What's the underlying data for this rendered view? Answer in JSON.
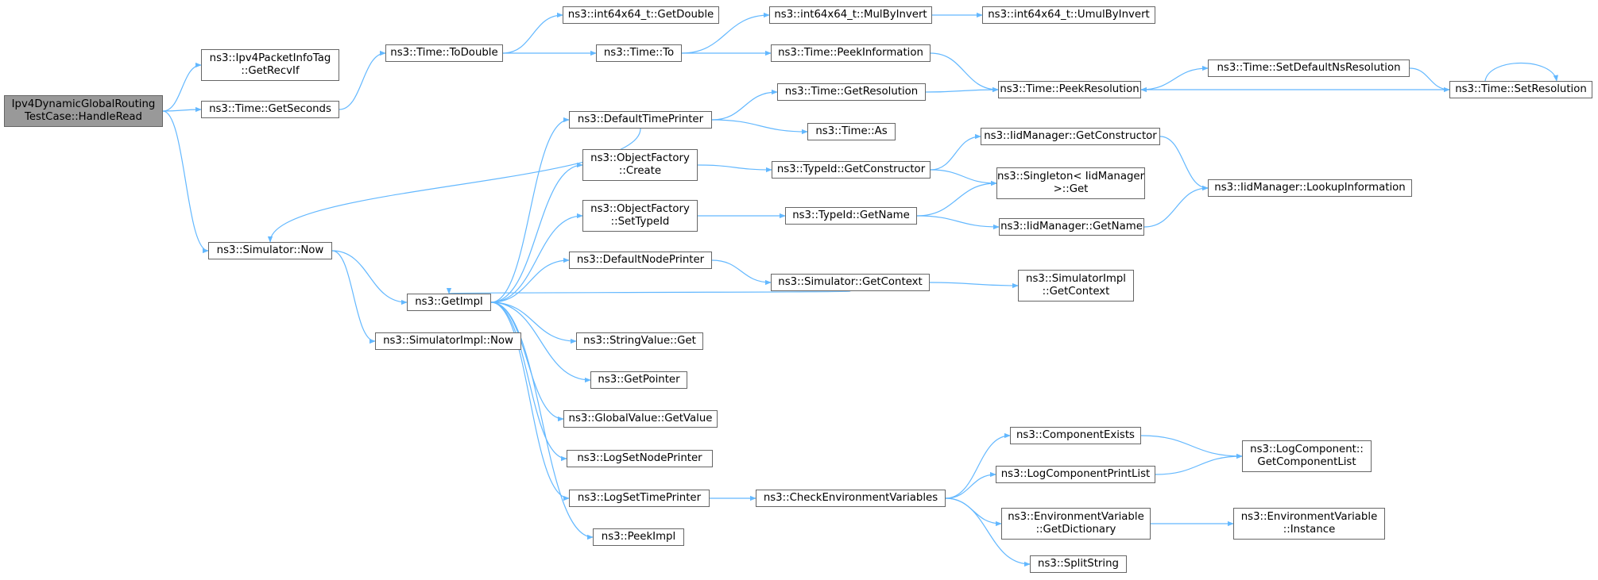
{
  "nodes": {
    "root": [
      "Ipv4DynamicGlobalRouting",
      "TestCase::HandleRead"
    ],
    "getrecvif": [
      "ns3::Ipv4PacketInfoTag",
      "::GetRecvIf"
    ],
    "getseconds": [
      "ns3::Time::GetSeconds"
    ],
    "sim_now": [
      "ns3::Simulator::Now"
    ],
    "todouble": [
      "ns3::Time::ToDouble"
    ],
    "getdouble": [
      "ns3::int64x64_t::GetDouble"
    ],
    "to": [
      "ns3::Time::To"
    ],
    "mulbyinvert": [
      "ns3::int64x64_t::MulByInvert"
    ],
    "umulbyinvert": [
      "ns3::int64x64_t::UmulByInvert"
    ],
    "peekinformation": [
      "ns3::Time::PeekInformation"
    ],
    "peekresolution": [
      "ns3::Time::PeekResolution"
    ],
    "setdefaultns": [
      "ns3::Time::SetDefaultNsResolution"
    ],
    "setresolution": [
      "ns3::Time::SetResolution"
    ],
    "getresolution": [
      "ns3::Time::GetResolution"
    ],
    "defaulttimeprinter": [
      "ns3::DefaultTimePrinter"
    ],
    "as": [
      "ns3::Time::As"
    ],
    "of_create": [
      "ns3::ObjectFactory",
      "::Create"
    ],
    "typeid_getconstructor": [
      "ns3::TypeId::GetConstructor"
    ],
    "iid_getconstructor": [
      "ns3::IidManager::GetConstructor"
    ],
    "singleton_get": [
      "ns3::Singleton< IidManager",
      ">::Get"
    ],
    "lookupinformation": [
      "ns3::IidManager::LookupInformation"
    ],
    "of_settypeid": [
      "ns3::ObjectFactory",
      "::SetTypeId"
    ],
    "typeid_getname": [
      "ns3::TypeId::GetName"
    ],
    "iid_getname": [
      "ns3::IidManager::GetName"
    ],
    "defaultnodeprinter": [
      "ns3::DefaultNodePrinter"
    ],
    "sim_getcontext": [
      "ns3::Simulator::GetContext"
    ],
    "simimpl_getcontext": [
      "ns3::SimulatorImpl",
      "::GetContext"
    ],
    "getimpl": [
      "ns3::GetImpl"
    ],
    "simimpl_now": [
      "ns3::SimulatorImpl::Now"
    ],
    "stringvalue_get": [
      "ns3::StringValue::Get"
    ],
    "getpointer": [
      "ns3::GetPointer"
    ],
    "globalvalue_getvalue": [
      "ns3::GlobalValue::GetValue"
    ],
    "logsetnodeprinter": [
      "ns3::LogSetNodePrinter"
    ],
    "logsettimeprinter": [
      "ns3::LogSetTimePrinter"
    ],
    "peekimpl": [
      "ns3::PeekImpl"
    ],
    "checkenv": [
      "ns3::CheckEnvironmentVariables"
    ],
    "componentexists": [
      "ns3::ComponentExists"
    ],
    "logcomponentprintlist": [
      "ns3::LogComponentPrintList"
    ],
    "getcomponentlist": [
      "ns3::LogComponent::",
      "GetComponentList"
    ],
    "env_getdictionary": [
      "ns3::EnvironmentVariable",
      "::GetDictionary"
    ],
    "env_instance": [
      "ns3::EnvironmentVariable",
      "::Instance"
    ],
    "splitstring": [
      "ns3::SplitString"
    ]
  },
  "edges": [
    [
      "root",
      "getrecvif"
    ],
    [
      "root",
      "getseconds"
    ],
    [
      "root",
      "sim_now"
    ],
    [
      "getseconds",
      "todouble"
    ],
    [
      "todouble",
      "getdouble"
    ],
    [
      "todouble",
      "to"
    ],
    [
      "to",
      "mulbyinvert"
    ],
    [
      "to",
      "peekinformation"
    ],
    [
      "mulbyinvert",
      "umulbyinvert"
    ],
    [
      "peekinformation",
      "peekresolution"
    ],
    [
      "peekresolution",
      "setdefaultns"
    ],
    [
      "setdefaultns",
      "setresolution"
    ],
    [
      "setresolution",
      "peekresolution"
    ],
    [
      "setresolution",
      "setresolution"
    ],
    [
      "getresolution",
      "peekresolution"
    ],
    [
      "defaulttimeprinter",
      "getresolution"
    ],
    [
      "defaulttimeprinter",
      "as"
    ],
    [
      "defaulttimeprinter",
      "sim_now"
    ],
    [
      "sim_now",
      "getimpl"
    ],
    [
      "sim_now",
      "simimpl_now"
    ],
    [
      "getimpl",
      "defaulttimeprinter"
    ],
    [
      "getimpl",
      "of_create"
    ],
    [
      "getimpl",
      "of_settypeid"
    ],
    [
      "getimpl",
      "defaultnodeprinter"
    ],
    [
      "getimpl",
      "stringvalue_get"
    ],
    [
      "getimpl",
      "getpointer"
    ],
    [
      "getimpl",
      "globalvalue_getvalue"
    ],
    [
      "getimpl",
      "logsetnodeprinter"
    ],
    [
      "getimpl",
      "logsettimeprinter"
    ],
    [
      "getimpl",
      "peekimpl"
    ],
    [
      "of_create",
      "typeid_getconstructor"
    ],
    [
      "typeid_getconstructor",
      "iid_getconstructor"
    ],
    [
      "typeid_getconstructor",
      "singleton_get"
    ],
    [
      "iid_getconstructor",
      "lookupinformation"
    ],
    [
      "of_settypeid",
      "typeid_getname"
    ],
    [
      "typeid_getname",
      "singleton_get"
    ],
    [
      "typeid_getname",
      "iid_getname"
    ],
    [
      "iid_getname",
      "lookupinformation"
    ],
    [
      "defaultnodeprinter",
      "sim_getcontext"
    ],
    [
      "sim_getcontext",
      "getimpl"
    ],
    [
      "sim_getcontext",
      "simimpl_getcontext"
    ],
    [
      "logsettimeprinter",
      "checkenv"
    ],
    [
      "checkenv",
      "componentexists"
    ],
    [
      "checkenv",
      "logcomponentprintlist"
    ],
    [
      "checkenv",
      "env_getdictionary"
    ],
    [
      "checkenv",
      "splitstring"
    ],
    [
      "componentexists",
      "getcomponentlist"
    ],
    [
      "logcomponentprintlist",
      "getcomponentlist"
    ],
    [
      "env_getdictionary",
      "env_instance"
    ]
  ],
  "colors": {
    "edge": "#63b8ff",
    "node_border": "#666666",
    "root_fill": "#999999"
  }
}
